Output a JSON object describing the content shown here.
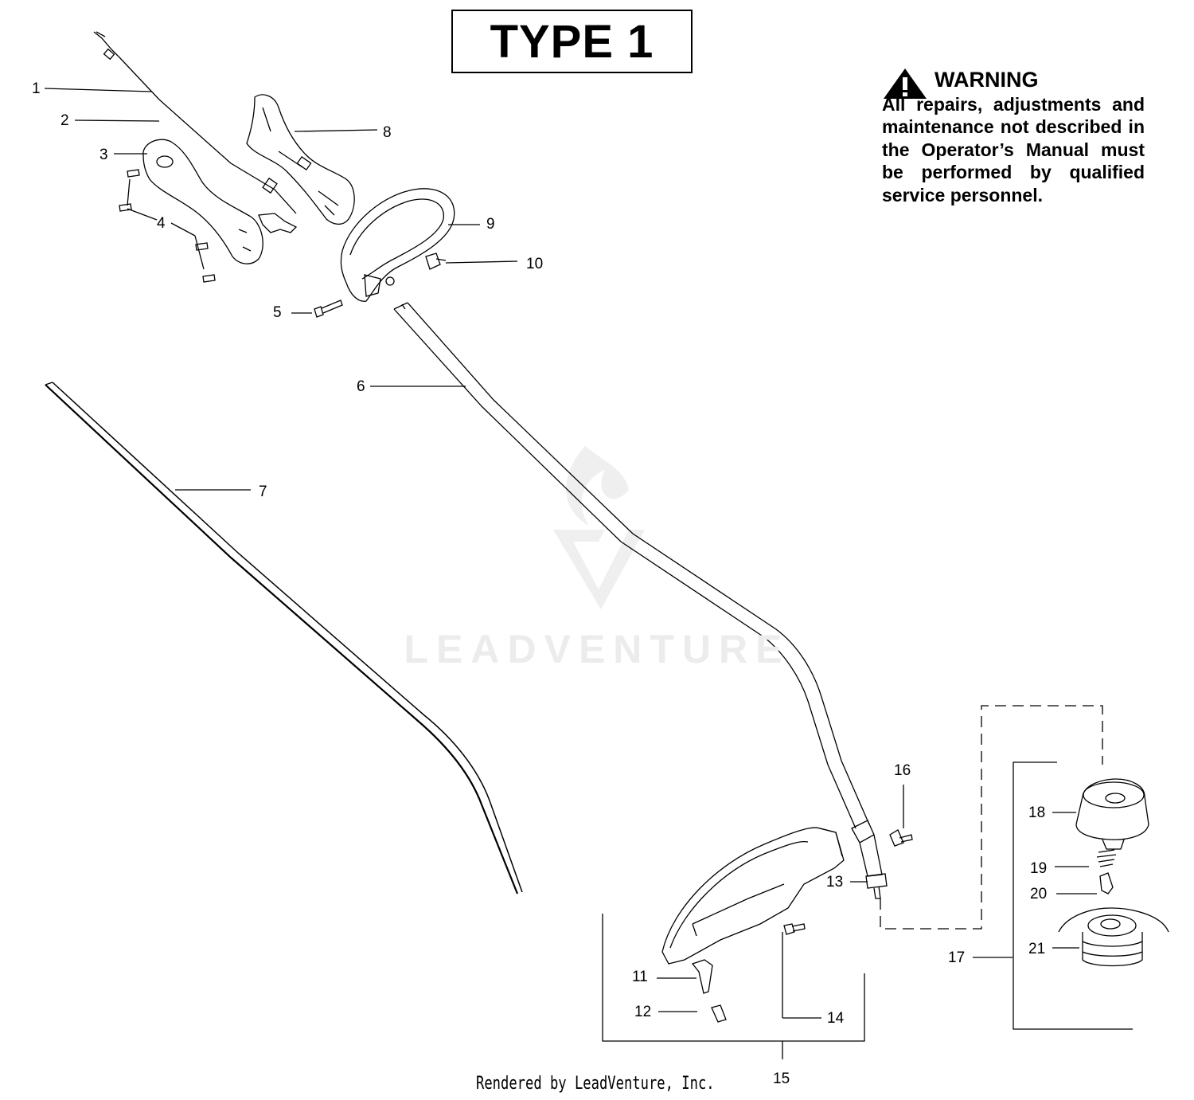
{
  "title": "TYPE 1",
  "warning": {
    "heading": "WARNING",
    "text": "All repairs, adjustments and maintenance not described in the Operator’s Manual must be performed by qualified service personnel."
  },
  "watermark": "LEADVENTURE",
  "footer": "Rendered by LeadVenture, Inc.",
  "callouts": [
    "1",
    "2",
    "3",
    "4",
    "5",
    "6",
    "7",
    "8",
    "9",
    "10",
    "11",
    "12",
    "13",
    "14",
    "15",
    "16",
    "17",
    "18",
    "19",
    "20",
    "21"
  ],
  "icons": {
    "warning": "warning-triangle-icon",
    "watermark": "leadventure-logo-icon"
  }
}
